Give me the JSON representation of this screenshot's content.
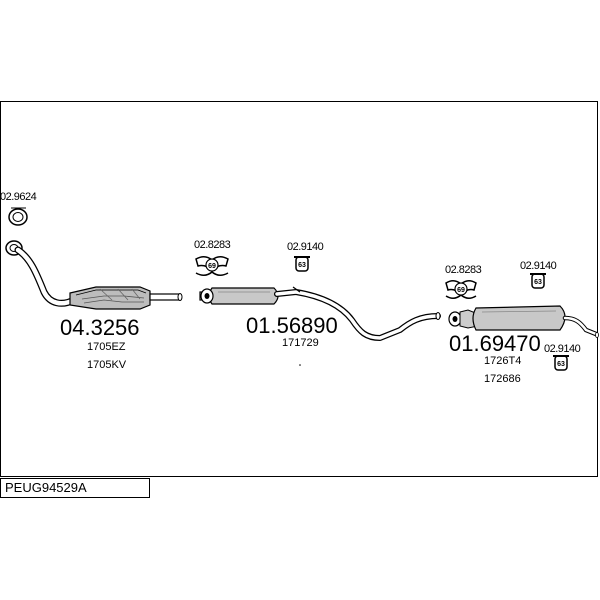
{
  "diagram_code": "PEUG94529A",
  "parts": {
    "front_ring": {
      "part_no": "02.9624"
    },
    "catalyst": {
      "part_no": "04.3256",
      "refs": [
        "1705EZ",
        "1705KV"
      ]
    },
    "mount_a": {
      "part_no": "02.8283",
      "tag": "69"
    },
    "clamp_a": {
      "part_no": "02.9140",
      "tag": "63"
    },
    "middle_silencer": {
      "part_no": "01.56890",
      "refs": [
        "171729"
      ]
    },
    "mount_b": {
      "part_no": "02.8283",
      "tag": "69"
    },
    "clamp_b": {
      "part_no": "02.9140",
      "tag": "63"
    },
    "rear_silencer": {
      "part_no": "01.69470",
      "refs": [
        "1726T4",
        "172686"
      ]
    },
    "clamp_c": {
      "part_no": "02.9140",
      "tag": "63"
    }
  }
}
